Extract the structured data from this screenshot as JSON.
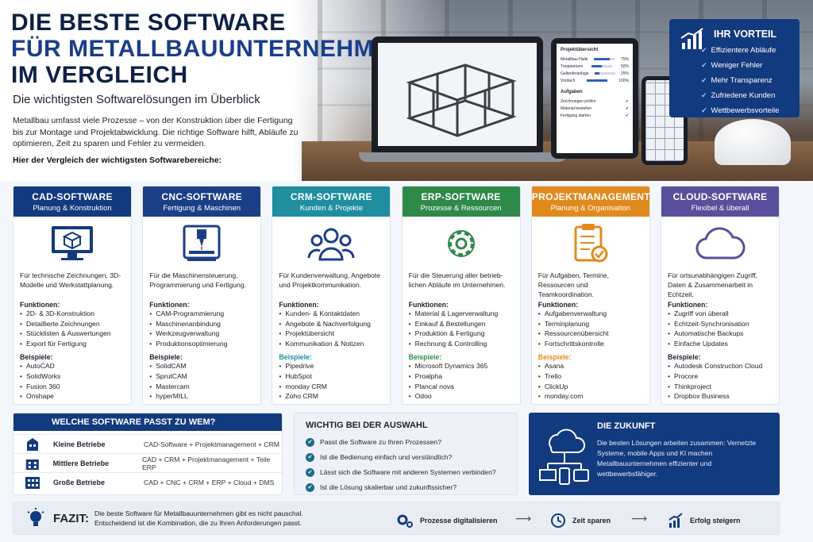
{
  "hero": {
    "title_l1": "DIE BESTE SOFTWARE",
    "title_l2": "FÜR METALLBAUUNTERNEHMEN",
    "title_l3": "IM VERGLEICH",
    "subtitle": "Die wichtigsten Softwarelösungen im Überblick",
    "text": "Metallbau umfasst viele Prozesse – von der Konstruktion über die Fertigung bis zur Montage und Projektabwicklung. Die richtige Software hilft, Abläufe zu optimieren, Zeit zu sparen und Fehler zu vermeiden.",
    "lead": "Hier der Vergleich der wichtigsten Softwarebereiche:"
  },
  "tablet": {
    "title": "Projektübersicht",
    "rows": [
      {
        "label": "Metallbau Halle",
        "pct": "75%",
        "value": 0.75
      },
      {
        "label": "Treppenturm",
        "pct": "50%",
        "value": 0.5
      },
      {
        "label": "Geländeranlage",
        "pct": "25%",
        "value": 0.25
      },
      {
        "label": "Vordach",
        "pct": "100%",
        "value": 1.0
      }
    ],
    "tasks_title": "Aufgaben",
    "tasks": [
      "Zeichnungen prüfen",
      "Material bestellen",
      "Fertigung starten"
    ]
  },
  "vorteil": {
    "title": "IHR VORTEIL",
    "items": [
      "Effizientere Abläufe",
      "Weniger Fehler",
      "Mehr Transparenz",
      "Zufriedene Kunden",
      "Wettbewerbsvorteile"
    ]
  },
  "cards": [
    {
      "title": "CAD-SOFTWARE",
      "subtitle": "Planung & Konstruktion",
      "color": "#123a7e",
      "icon": "monitor-cube-icon",
      "desc": "Für technische Zeichnungen, 3D-Modelle und Werkstattplanung.",
      "func_label": "Funktionen:",
      "functions": [
        "2D- & 3D-Konstruktion",
        "Detaillierte Zeichnungen",
        "Stücklisten & Auswertungen",
        "Export für Fertigung"
      ],
      "ex_label": "Beispiele:",
      "examples": [
        "AutoCAD",
        "SolidWorks",
        "Fusion 360",
        "Onshape"
      ]
    },
    {
      "title": "CNC-SOFTWARE",
      "subtitle": "Fertigung & Maschinen",
      "color": "#1b3f86",
      "icon": "cnc-machine-icon",
      "desc": "Für die Maschinensteuerung, Programmierung und Fertigung.",
      "func_label": "Funktionen:",
      "functions": [
        "CAM-Programmierung",
        "Maschinenanbindung",
        "Werkzeugverwaltung",
        "Produktionsoptimierung"
      ],
      "ex_label": "Beispiele:",
      "examples": [
        "SolidCAM",
        "SprutCAM",
        "Mastercam",
        "hyperMILL"
      ]
    },
    {
      "title": "CRM-SOFTWARE",
      "subtitle": "Kunden & Projekte",
      "color": "#1f8fa0",
      "icon": "people-icon",
      "desc": "Für Kundenverwaltung, Angebote und Projektkommunikation.",
      "func_label": "Funktionen:",
      "functions": [
        "Kunden- & Kontaktdaten",
        "Angebote & Nachverfolgung",
        "Projektübersicht",
        "Kommunikation & Notizen"
      ],
      "ex_label": "Beispiele:",
      "examples": [
        "Pipedrive",
        "HubSpot",
        "monday CRM",
        "Zoho CRM"
      ]
    },
    {
      "title": "ERP-SOFTWARE",
      "subtitle": "Prozesse & Ressourcen",
      "color": "#2f8a4a",
      "icon": "gear-icon",
      "desc": "Für die Steuerung aller betrieb-lichen Abläufe im Unternehmen.",
      "func_label": "Funktionen:",
      "functions": [
        "Material & Lagerverwaltung",
        "Einkauf & Bestellungen",
        "Produktion & Fertigung",
        "Rechnung & Controlling"
      ],
      "ex_label": "Beispiele:",
      "examples": [
        "Microsoft Dynamics 365",
        "Proalpha",
        "Plancal nova",
        "Odoo"
      ]
    },
    {
      "title": "PROJEKTMANAGEMENT",
      "subtitle": "Planung & Organisation",
      "color": "#e08a1e",
      "icon": "clipboard-icon",
      "desc": "Für Aufgaben, Termine, Ressourcen und Teamkoordination.",
      "func_label": "Funktionen:",
      "functions": [
        "Aufgabenverwaltung",
        "Terminplanung",
        "Ressourcenübersicht",
        "Fortschrittskontrolle"
      ],
      "ex_label": "Beispiele:",
      "examples": [
        "Asana",
        "Trello",
        "ClickUp",
        "monday.com"
      ]
    },
    {
      "title": "CLOUD-SOFTWARE",
      "subtitle": "Flexibel & überall",
      "color": "#5a4f9a",
      "icon": "cloud-icon",
      "desc": "Für ortsunabhängigen Zugriff, Daten & Zusammenarbeit in Echtzeit.",
      "func_label": "Funktionen:",
      "functions": [
        "Zugriff von überall",
        "Echtzeit-Synchronisation",
        "Automatische Backups",
        "Einfache Updates"
      ],
      "ex_label": "Beispiele:",
      "examples": [
        "Autodesk Construction Cloud",
        "Procore",
        "Thinkproject",
        "Dropbox Business"
      ]
    }
  ],
  "who": {
    "title": "WELCHE SOFTWARE PASST ZU WEM?",
    "rows": [
      {
        "name": "Kleine Betriebe",
        "value": "CAD-Software + Projektmanagement + CRM"
      },
      {
        "name": "Mittlere Betriebe",
        "value": "CAD + CRM + Projektmanagement + Teile ERP"
      },
      {
        "name": "Große Betriebe",
        "value": "CAD + CNC + CRM + ERP + Cloud + DMS"
      }
    ]
  },
  "wichtig": {
    "title": "WICHTIG BEI DER AUSWAHL",
    "items": [
      "Passt die Software zu Ihren Prozessen?",
      "Ist die Bedienung einfach und verständlich?",
      "Lässt sich die Software mit anderen Systemen verbinden?",
      "Ist die Lösung skalierbar und zukunftssicher?"
    ]
  },
  "zukunft": {
    "title": "DIE ZUKUNFT",
    "text": "Die besten Lösungen arbeiten zusammen: Vernetzte Systeme, mobile Apps und KI machen Metallbauunternehmen effizienter und wettbewerbsfähiger."
  },
  "fazit": {
    "label": "FAZIT:",
    "text": "Die beste Software für Metallbauunternehmen gibt es nicht pauschal. Entscheidend ist die Kombination, die zu Ihren Anforderungen passt.",
    "steps": [
      "Prozesse digitalisieren",
      "Zeit sparen",
      "Erfolg steigern"
    ]
  },
  "colors": {
    "navy": "#123a7e",
    "title_blue": "#1a3e8c"
  }
}
